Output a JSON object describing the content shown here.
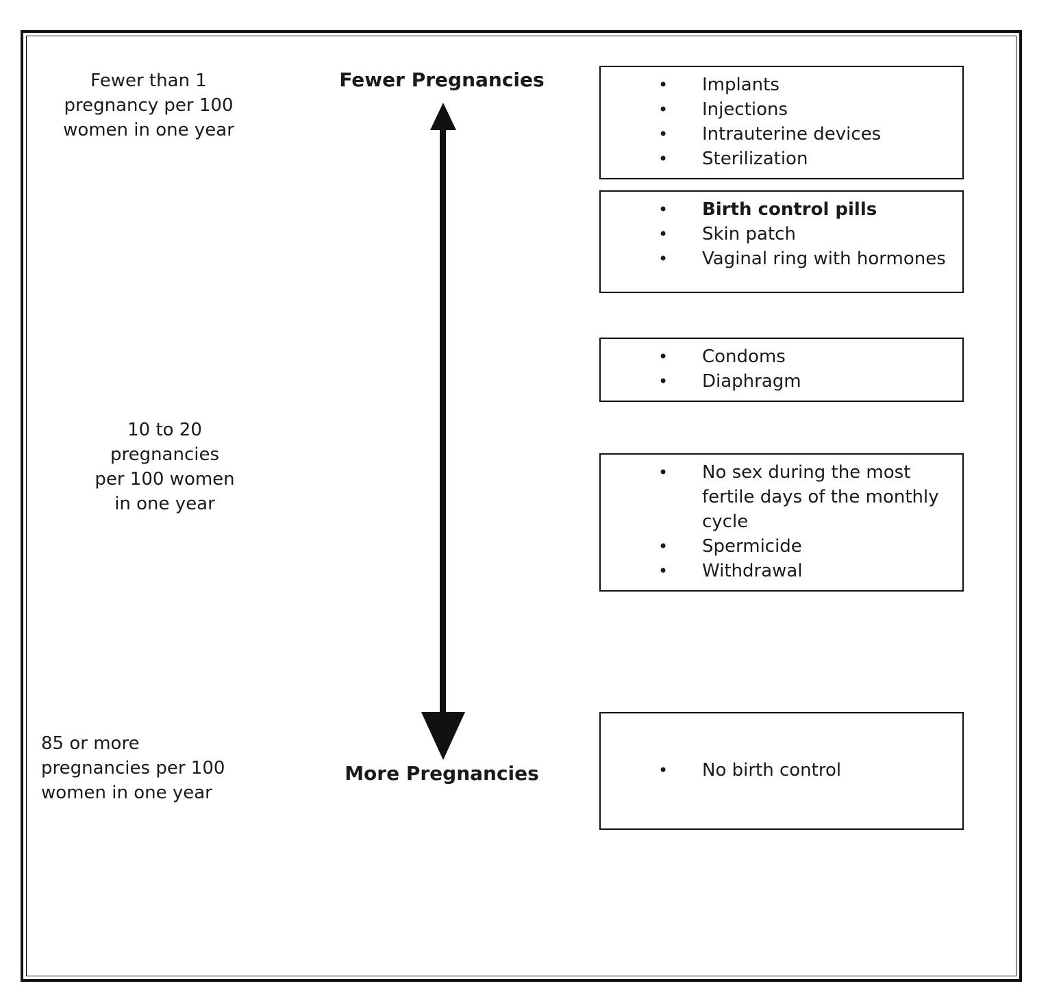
{
  "axis": {
    "top_label": "Fewer Pregnancies",
    "bottom_label": "More Pregnancies"
  },
  "left_labels": {
    "top": "Fewer than 1\npregnancy per 100\nwomen in one year",
    "middle": "10 to 20\npregnancies\nper 100 women\nin one year",
    "bottom": "85 or more\npregnancies per 100\nwomen in one year"
  },
  "bullet_glyph": "•",
  "boxes": [
    {
      "items": [
        "Implants",
        "Injections",
        "Intrauterine devices",
        "Sterilization"
      ]
    },
    {
      "items": [
        "Birth control pills",
        "Skin patch",
        "Vaginal ring with hormones"
      ]
    },
    {
      "items": [
        "Condoms",
        "Diaphragm"
      ]
    },
    {
      "items": [
        "No sex during the most fertile days of the monthly cycle",
        "Spermicide",
        "Withdrawal"
      ]
    },
    {
      "items": [
        "No birth control"
      ]
    }
  ],
  "colors": {
    "ink": "#111111",
    "background": "#ffffff"
  }
}
